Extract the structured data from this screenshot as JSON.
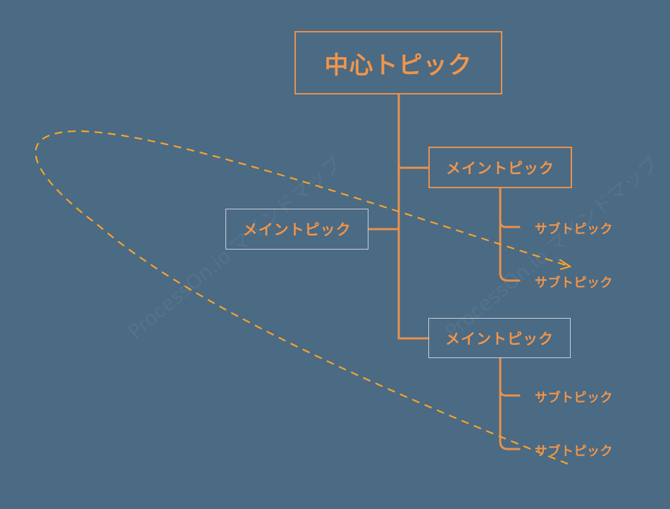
{
  "colors": {
    "background": "#4b6a84",
    "connector": "#e8914c",
    "text": "#f0954a",
    "highlight_border": "#c9d2da",
    "dashed_arrow": "#f7a42a"
  },
  "central_topic": {
    "label": "中心トピック"
  },
  "main_topics": [
    {
      "label": "メイントピック"
    },
    {
      "label": "メイントピック"
    },
    {
      "label": "メイントピック"
    }
  ],
  "sub_topics": [
    {
      "label": "サブトピック"
    },
    {
      "label": "サブトピック"
    },
    {
      "label": "サブトピック"
    },
    {
      "label": "サブトピック"
    }
  ],
  "watermark": {
    "text": "ProcessOn.io マインドマップ"
  }
}
